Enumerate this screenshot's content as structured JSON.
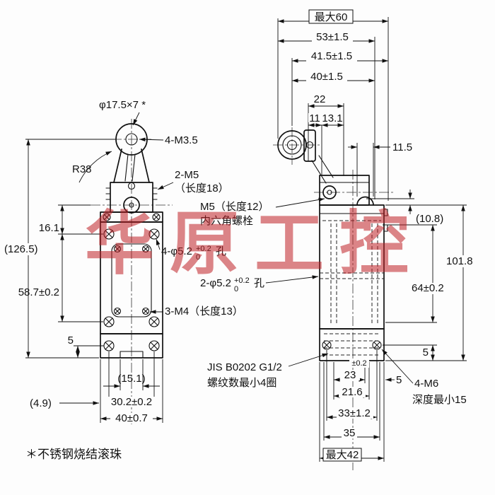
{
  "watermark": "华原工控",
  "footnote": "＊不锈钢烧结滚珠",
  "left": {
    "roller": "φ17.5×7 *",
    "m35": "4-M3.5",
    "r38": "R38",
    "m5": "2-M5",
    "m5_len": "（长度18）",
    "total": "(126.5)",
    "d16": "16.1",
    "d587": "58.7±0.2",
    "d5": "5",
    "hole4": "4-φ5.2",
    "hole4_top": "+0.2",
    "hole4_bot": "0",
    "hole4_suffix": "孔",
    "m4": "3-M4（长度13）",
    "d151": "(15.1)",
    "d49": "(4.9)",
    "d302": "30.2±0.2",
    "d40": "40±0.7"
  },
  "mid": {
    "m5a": "M5（长度12）",
    "m5b": "内六角螺栓",
    "hole2": "2-φ5.2",
    "hole2_top": "+0.2",
    "hole2_bot": "0",
    "hole2_suffix": "孔",
    "jis1": "JIS B0202 G1/2",
    "jis2": "螺纹数最小4圈"
  },
  "right": {
    "max60": "最大60",
    "d53": "53±1.5",
    "d415": "41.5±1.5",
    "d40": "40±1.5",
    "d22": "22",
    "d11": "11",
    "d131": "13.1",
    "d115": "11.5",
    "d108": "(10.8)",
    "d1018": "101.8",
    "d64": "64±0.2",
    "d5r": "5",
    "d23tol": "±0.2",
    "d23": "23",
    "d216": "21.6",
    "d5b": "5",
    "m6": "4-M6",
    "m6depth": "深度最小15",
    "d33": "33±1.2",
    "d35": "35",
    "max42": "最大42"
  }
}
